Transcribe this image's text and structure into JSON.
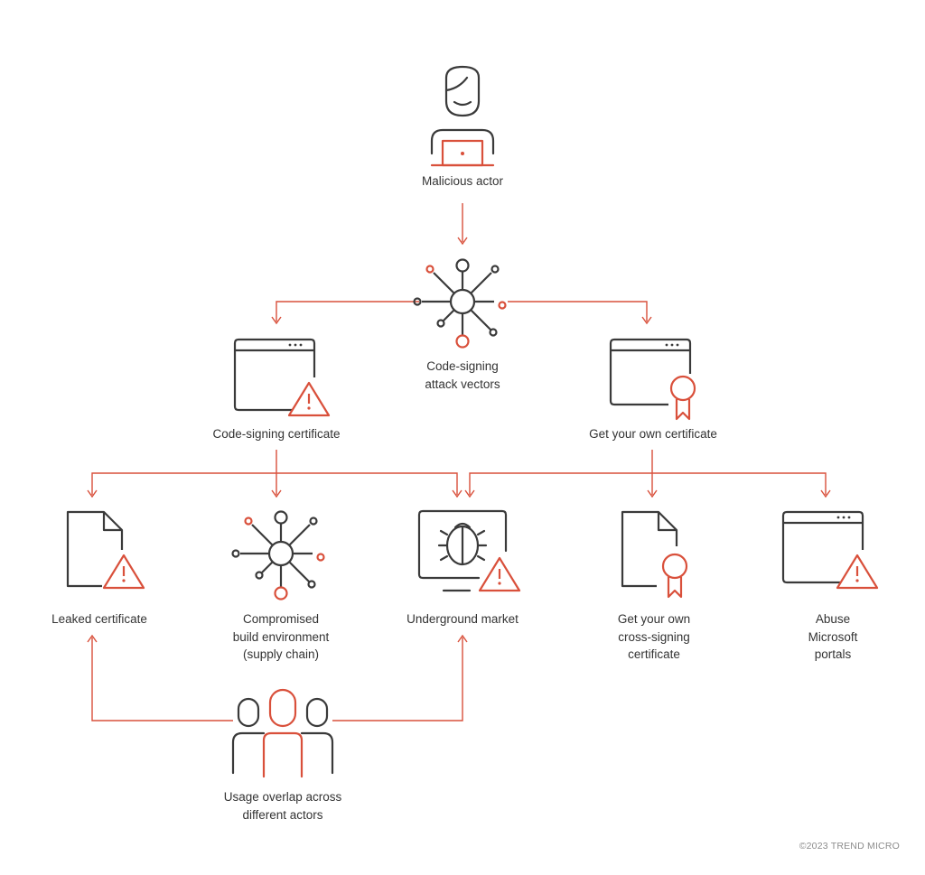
{
  "colors": {
    "accent": "#d9503b",
    "ink": "#3a3a3a",
    "text": "#333333",
    "muted": "#8c8c8c"
  },
  "nodes": {
    "malicious_actor": {
      "icon": "hacker-with-laptop-icon",
      "lines": [
        "Malicious actor"
      ]
    },
    "attack_vectors": {
      "icon": "network-hub-icon",
      "lines": [
        "Code-signing",
        "attack vectors"
      ]
    },
    "code_signing_certificate": {
      "icon": "browser-window-warning-icon",
      "lines": [
        "Code-signing certificate"
      ]
    },
    "own_certificate": {
      "icon": "browser-window-ribbon-icon",
      "lines": [
        "Get your own certificate"
      ]
    },
    "leaked_certificate": {
      "icon": "document-warning-icon",
      "lines": [
        "Leaked certificate"
      ]
    },
    "compromised_build": {
      "icon": "network-hub-icon",
      "lines": [
        "Compromised",
        "build environment",
        "(supply chain)"
      ]
    },
    "underground_market": {
      "icon": "monitor-bug-warning-icon",
      "lines": [
        "Underground market"
      ]
    },
    "cross_signing_certificate": {
      "icon": "document-ribbon-icon",
      "lines": [
        "Get your own",
        "cross-signing",
        "certificate"
      ]
    },
    "abuse_portals": {
      "icon": "browser-window-warning-icon",
      "lines": [
        "Abuse",
        "Microsoft",
        "portals"
      ]
    },
    "usage_overlap": {
      "icon": "group-of-people-icon",
      "lines": [
        "Usage overlap across",
        "different actors"
      ]
    }
  },
  "edges": [
    {
      "from": "malicious_actor",
      "to": "attack_vectors"
    },
    {
      "from": "attack_vectors",
      "to": "code_signing_certificate"
    },
    {
      "from": "attack_vectors",
      "to": "own_certificate"
    },
    {
      "from": "code_signing_certificate",
      "to": "leaked_certificate"
    },
    {
      "from": "code_signing_certificate",
      "to": "compromised_build"
    },
    {
      "from": "code_signing_certificate",
      "to": "underground_market"
    },
    {
      "from": "own_certificate",
      "to": "underground_market"
    },
    {
      "from": "own_certificate",
      "to": "cross_signing_certificate"
    },
    {
      "from": "own_certificate",
      "to": "abuse_portals"
    },
    {
      "from": "usage_overlap",
      "to": "leaked_certificate"
    },
    {
      "from": "usage_overlap",
      "to": "underground_market"
    }
  ],
  "copyright": "©2023 TREND MICRO"
}
